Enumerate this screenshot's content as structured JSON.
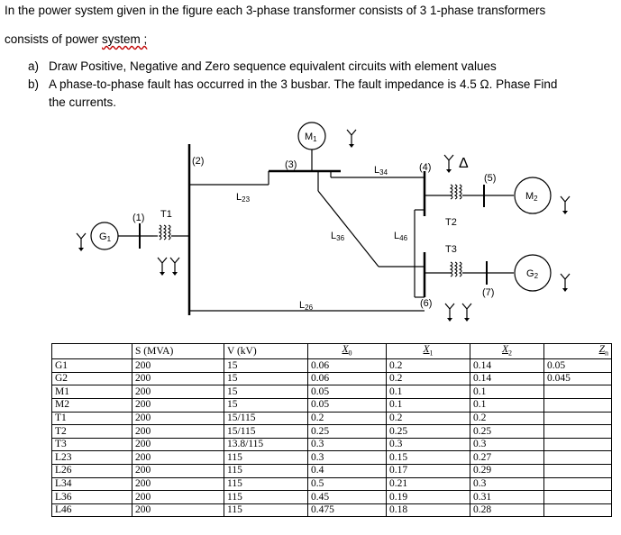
{
  "problem": {
    "intro_line1": "In the power system given in the figure each 3-phase transformer consists of 3 1-phase transformers",
    "intro_line2_a": "consists of power ",
    "intro_line2_b": "system ;",
    "part_a_marker": "a)",
    "part_a_text": "Draw Positive, Negative and Zero sequence equivalent circuits with element values",
    "part_b_marker": "b)",
    "part_b_line1": "A phase-to-phase fault has occurred in the 3 busbar. The fault impedance is 4.5 Ω. Phase Find",
    "part_b_line2": "the currents."
  },
  "diagram": {
    "labels": {
      "bus1": "(1)",
      "bus2": "(2)",
      "bus3": "(3)",
      "bus4": "(4)",
      "bus5": "(5)",
      "bus6": "(6)",
      "bus7": "(7)",
      "t1": "T1",
      "t2": "T2",
      "t3": "T3",
      "g1": "G",
      "g1_sub": "1",
      "g2": "G",
      "g2_sub": "2",
      "m1": "M",
      "m1_sub": "1",
      "m2": "M",
      "m2_sub": "2",
      "l23": "L",
      "l23_sub": "23",
      "l26": "L",
      "l26_sub": "26",
      "l34": "L",
      "l34_sub": "34",
      "l36": "L",
      "l36_sub": "36",
      "l46": "L",
      "l46_sub": "46",
      "delta": "Δ"
    }
  },
  "table": {
    "headers": [
      "",
      "S (MVA)",
      "V (kV)",
      "X",
      "X",
      "X",
      "Z"
    ],
    "header_subs": [
      "",
      "",
      "",
      "0",
      "1",
      "2",
      "n"
    ],
    "rows": [
      [
        "G1",
        "200",
        "15",
        "0.06",
        "0.2",
        "0.14",
        "0.05"
      ],
      [
        "G2",
        "200",
        "15",
        "0.06",
        "0.2",
        "0.14",
        "0.045"
      ],
      [
        "M1",
        "200",
        "15",
        "0.05",
        "0.1",
        "0.1",
        ""
      ],
      [
        "M2",
        "200",
        "15",
        "0.05",
        "0.1",
        "0.1",
        ""
      ],
      [
        "T1",
        "200",
        "15/115",
        "0.2",
        "0.2",
        "0.2",
        ""
      ],
      [
        "T2",
        "200",
        "15/115",
        "0.25",
        "0.25",
        "0.25",
        ""
      ],
      [
        "T3",
        "200",
        "13.8/115",
        "0.3",
        "0.3",
        "0.3",
        ""
      ],
      [
        "L23",
        "200",
        "115",
        "0.3",
        "0.15",
        "0.27",
        ""
      ],
      [
        "L26",
        "200",
        "115",
        "0.4",
        "0.17",
        "0.29",
        ""
      ],
      [
        "L34",
        "200",
        "115",
        "0.5",
        "0.21",
        "0.3",
        ""
      ],
      [
        "L36",
        "200",
        "115",
        "0.45",
        "0.19",
        "0.31",
        ""
      ],
      [
        "L46",
        "200",
        "115",
        "0.475",
        "0.18",
        "0.28",
        ""
      ]
    ]
  }
}
